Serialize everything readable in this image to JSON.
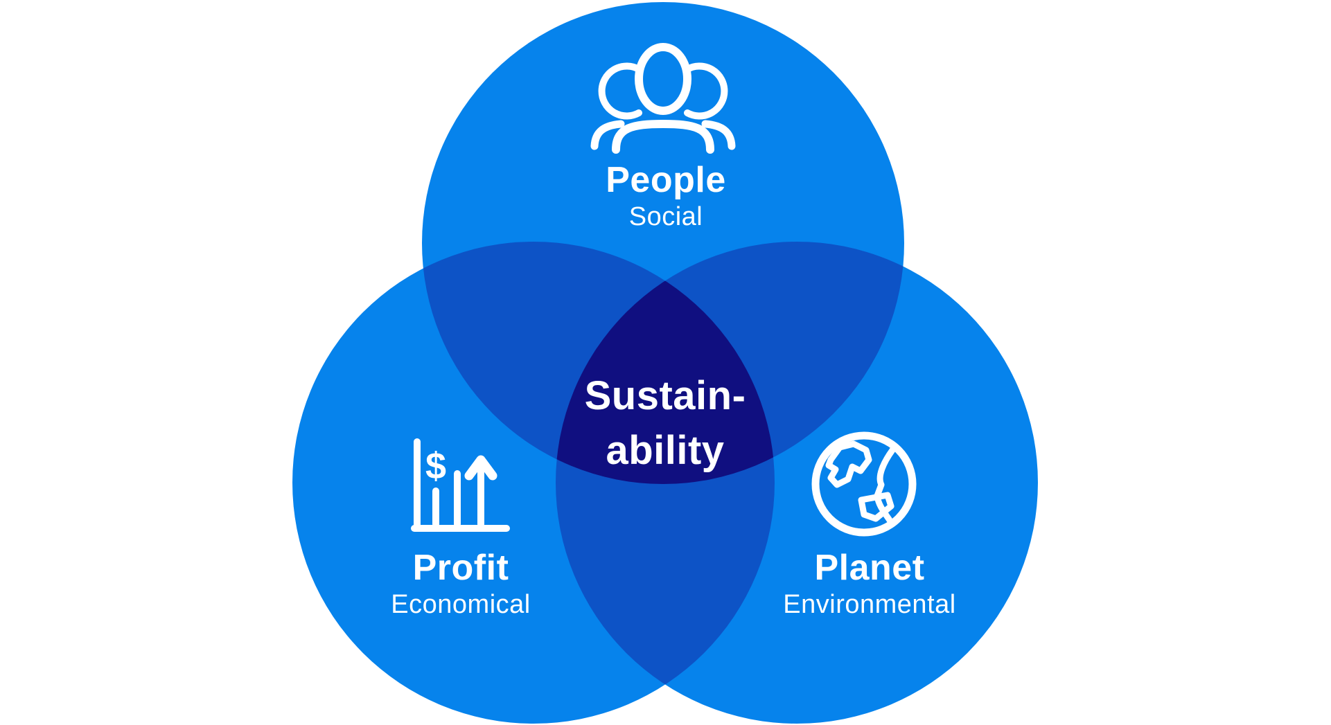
{
  "background": "#FFFFFF",
  "palette": {
    "circle_fill": "#0683EC",
    "pair_overlap_fill": "#0D53C6",
    "core_overlap_fill": "#100F80",
    "label_color": "#FFFFFF"
  },
  "venn": {
    "type": "venn-3",
    "center": {
      "line1": "Sustain-",
      "line2": "ability"
    },
    "circles": [
      {
        "id": "people",
        "label": "People",
        "sublabel": "Social",
        "icon": "people-icon"
      },
      {
        "id": "profit",
        "label": "Profit",
        "sublabel": "Economical",
        "icon": "bar-chart-dollar-icon",
        "icon_symbol": "$"
      },
      {
        "id": "planet",
        "label": "Planet",
        "sublabel": "Environmental",
        "icon": "globe-icon"
      }
    ]
  }
}
